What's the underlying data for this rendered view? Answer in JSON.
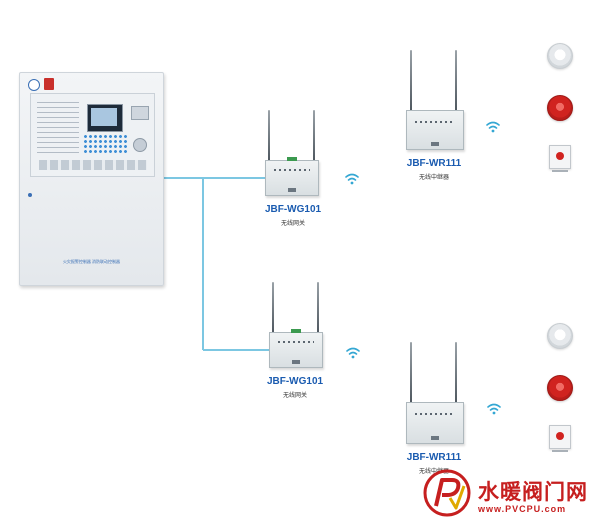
{
  "panel": {
    "caption": "火灾报警控制器  消防联动控制器"
  },
  "gateways": [
    {
      "model": "JBF-WG101",
      "desc": "无线网关"
    },
    {
      "model": "JBF-WG101",
      "desc": "无线网关"
    }
  ],
  "repeaters": [
    {
      "model": "JBF-WR111",
      "desc": "无线中继器"
    },
    {
      "model": "JBF-WR111",
      "desc": "无线中继器"
    }
  ],
  "colors": {
    "wire": "#7cc7e2",
    "model_text": "#1a5bb0",
    "wifi": "#34a7d3",
    "watermark": "#c61f1f"
  },
  "watermark": {
    "cn": "水暖阀门网",
    "en": "www.PVCPU.com",
    "logo_icon": "pv-logo-icon"
  }
}
